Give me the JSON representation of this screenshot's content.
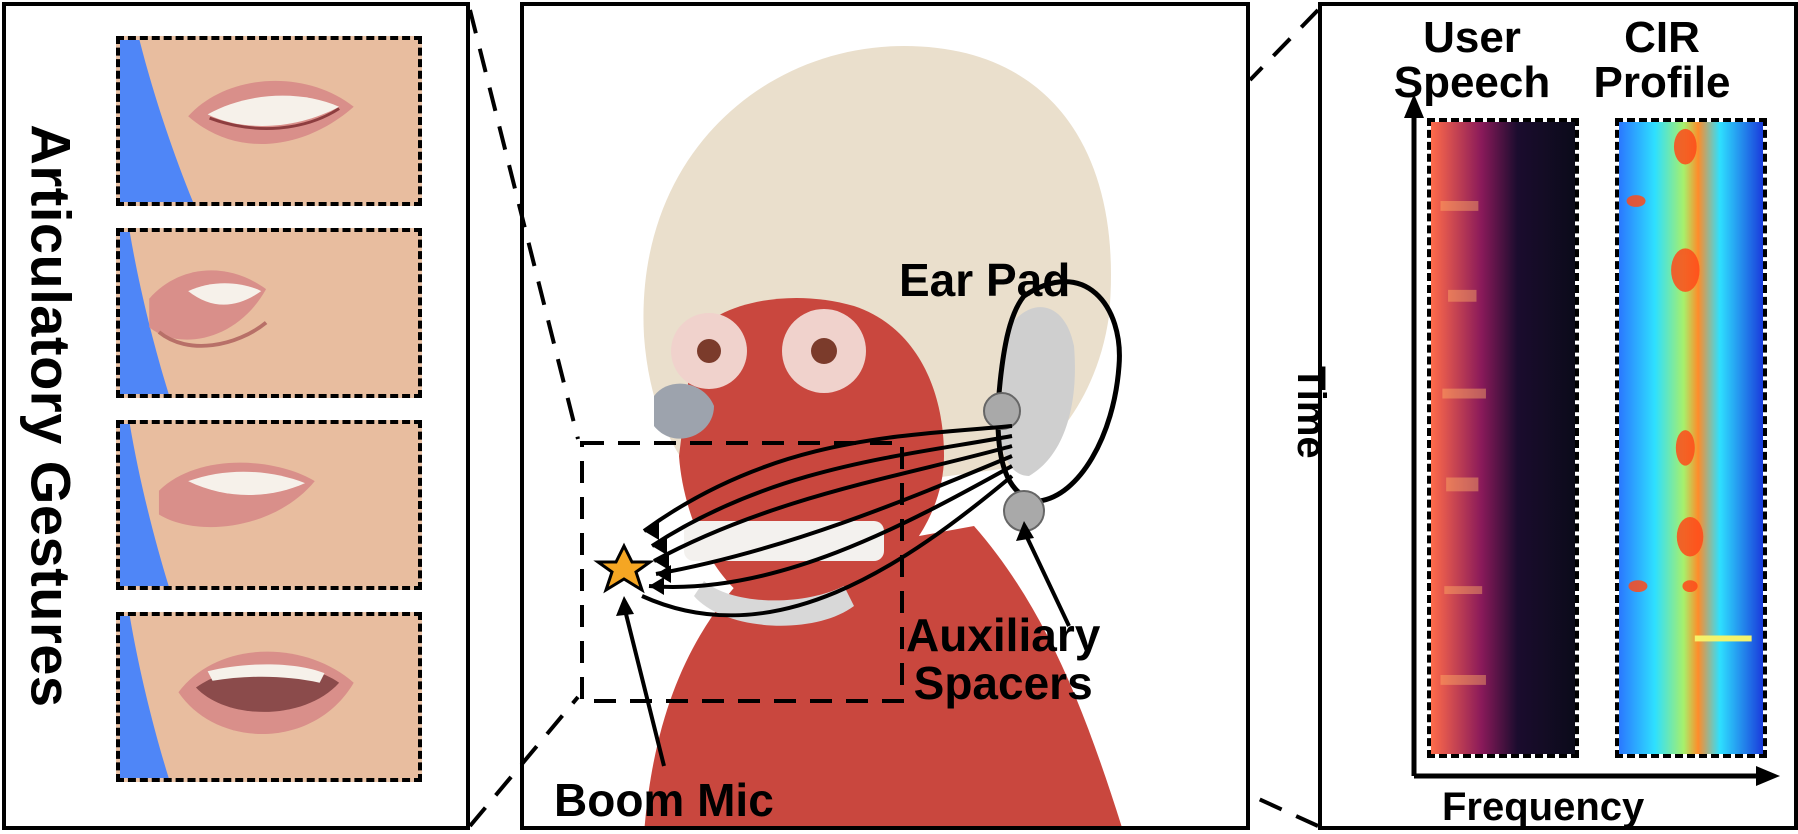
{
  "left_panel": {
    "title": "Articulatory Gestures"
  },
  "center_panel": {
    "labels": {
      "ear_pad": "Ear Pad",
      "auxiliary_spacers": "Auxiliary\nSpacers",
      "boom_mic": "Boom Mic"
    }
  },
  "right_panel": {
    "columns": [
      "User\nSpeech",
      "CIR\nProfile"
    ],
    "axis_y": "Time",
    "axis_x": "Frequency"
  },
  "colors": {
    "star": "#f5a623",
    "tile_background": "#e9c2a5",
    "chin_blue": "#4f86f7",
    "muscle": "#c9473e",
    "skull": "#eadfcc"
  }
}
